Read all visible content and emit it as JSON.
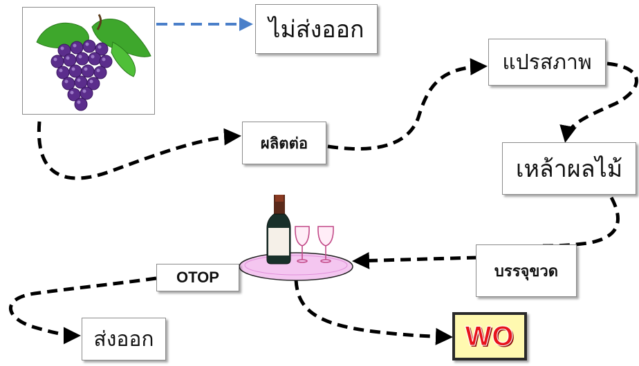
{
  "nodes": {
    "no_export": "ไม่ส่งออก",
    "produce_further": "ผลิตต่อ",
    "process": "แปรสภาพ",
    "fruit_wine": "เหล้าผลไม้",
    "bottling": "บรรจุขวด",
    "otop": "OTOP",
    "export": "ส่งออก",
    "wo": "WO"
  },
  "images": {
    "grapes": "grapes-image",
    "wine_tray": "wine-bottle-and-glasses-on-tray"
  },
  "colors": {
    "arrow_dashed_black": "#000000",
    "arrow_dashed_blue": "#4a7fc9",
    "wo_text": "#e8141c",
    "wo_bg": "#fff9b0",
    "grape_purple": "#5b2d8c",
    "leaf_green": "#3ea72c",
    "tray_pink": "#f4c6f0"
  }
}
